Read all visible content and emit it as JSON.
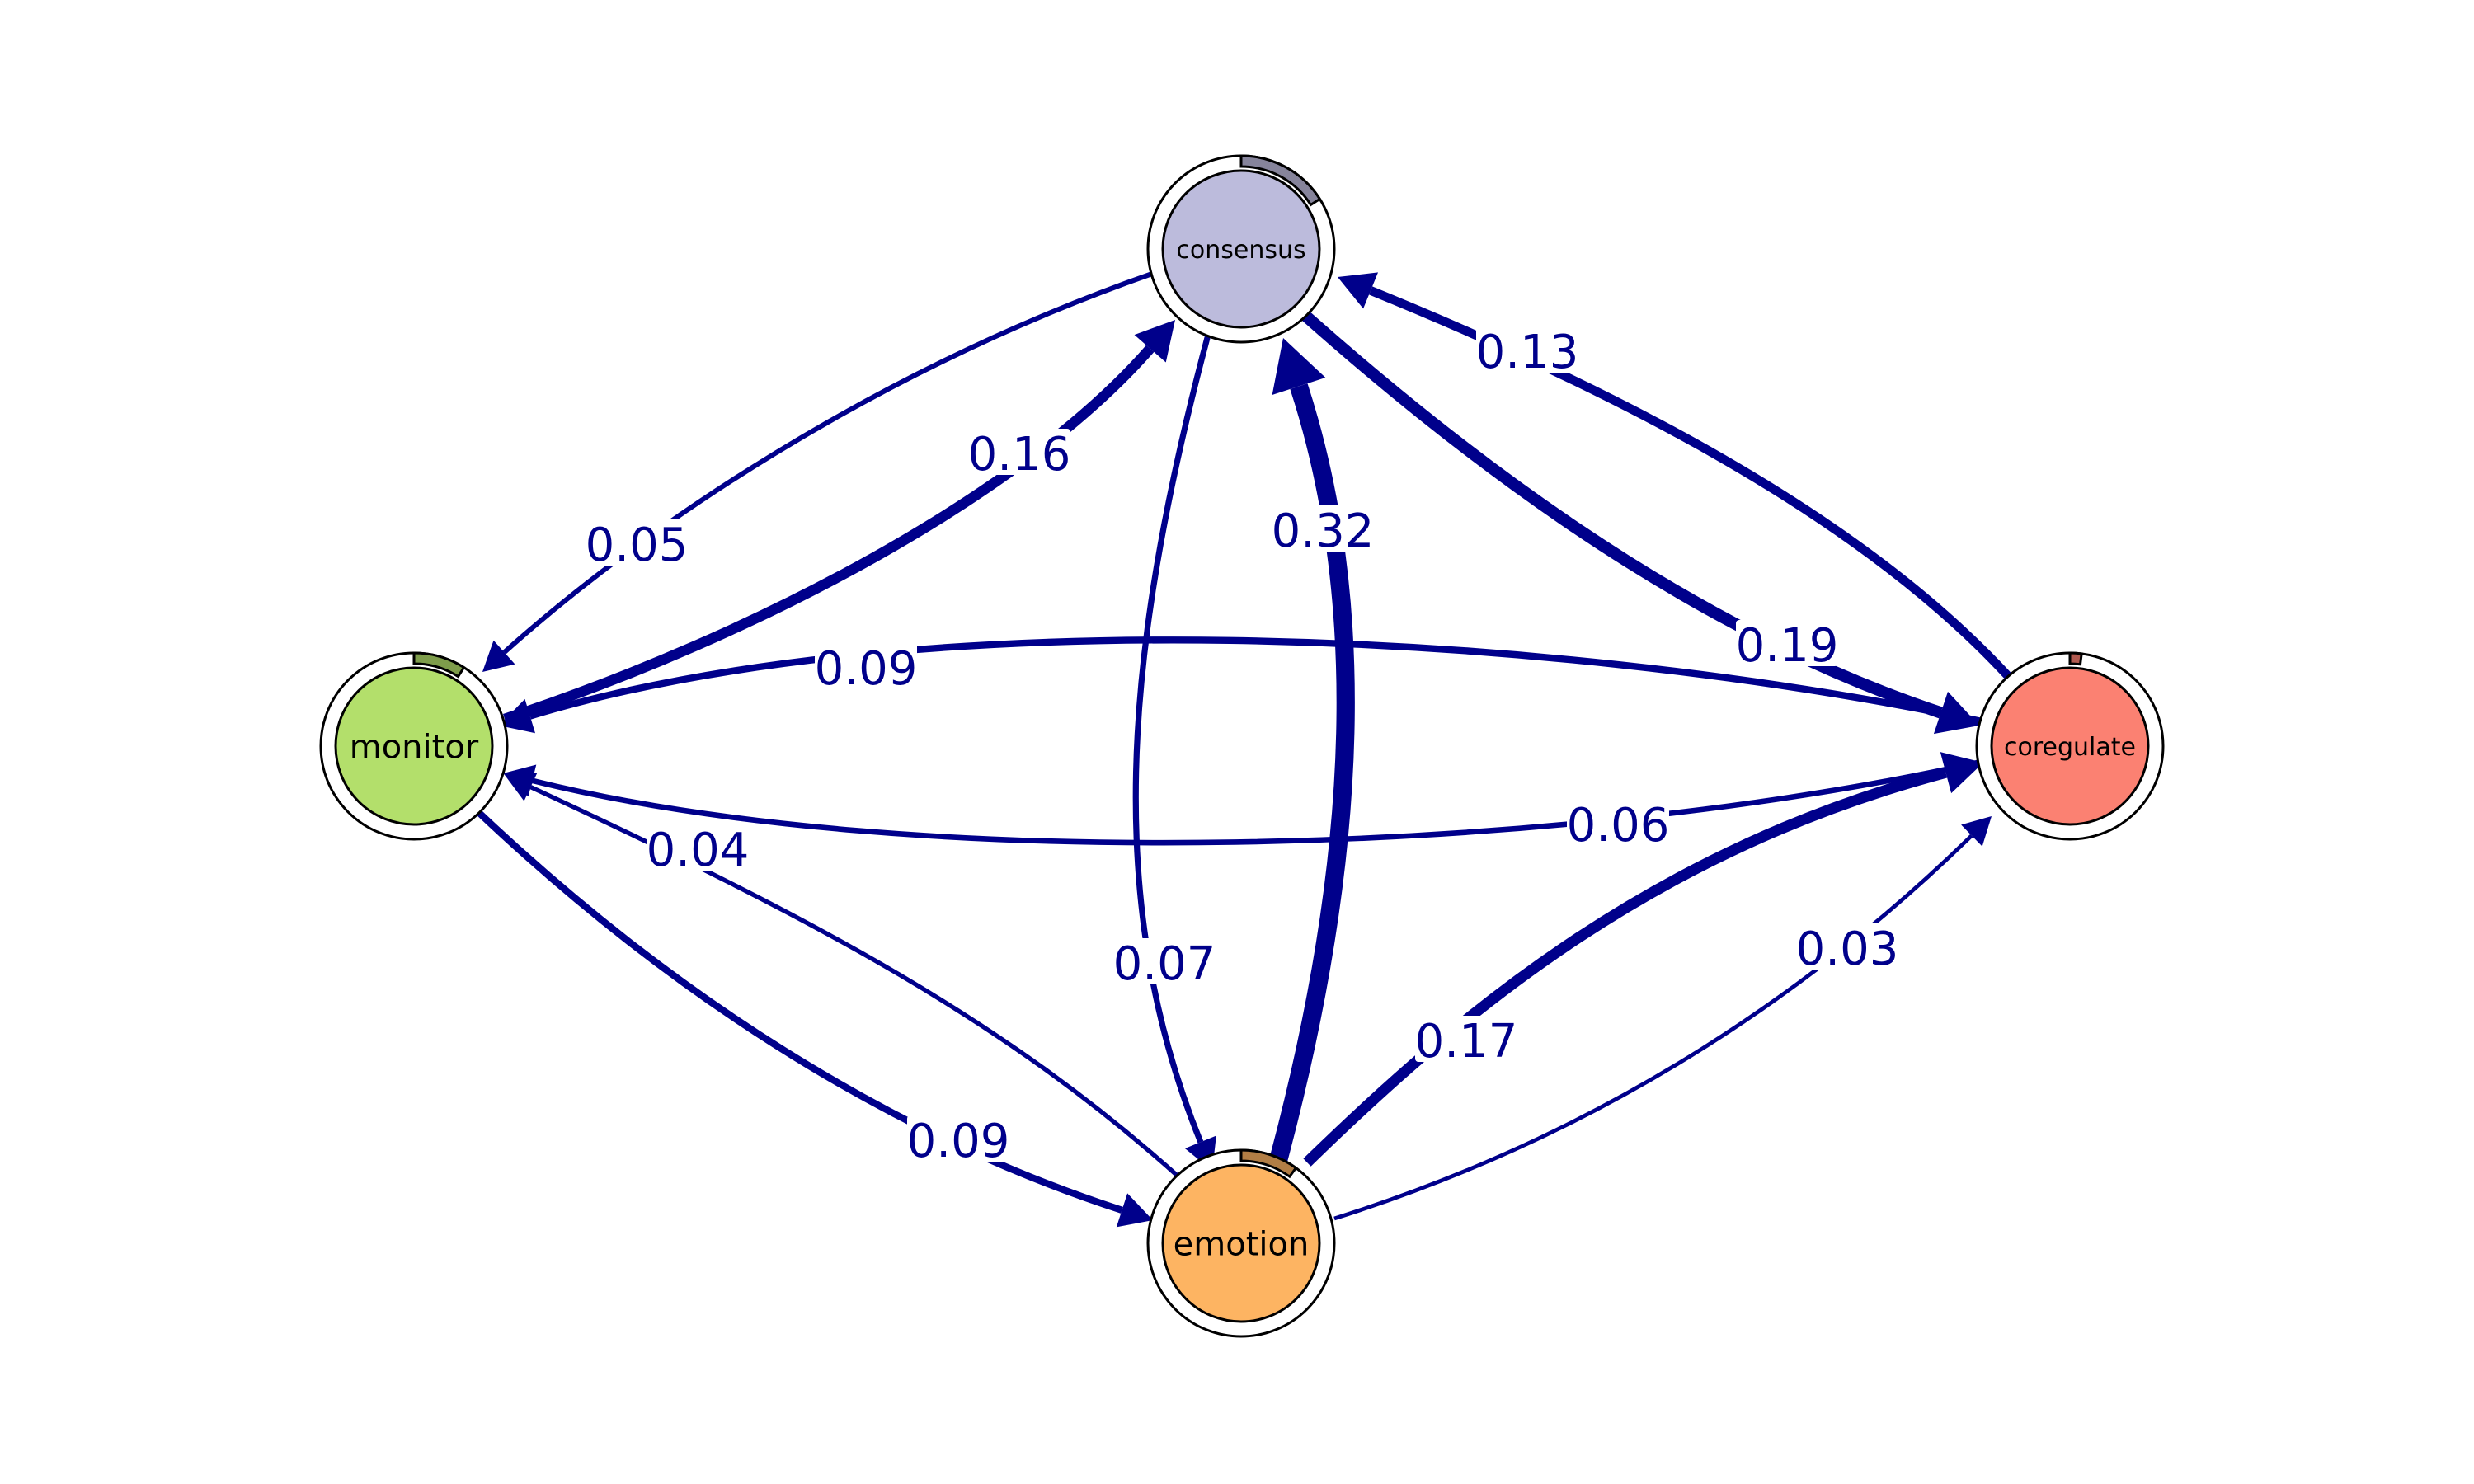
{
  "diagram": {
    "edge_color": "#00008b",
    "nodes": [
      {
        "id": "consensus",
        "label": "consensus",
        "fill": "#bcbbdc",
        "pie_color": "#86849b",
        "pie_fraction": 0.16
      },
      {
        "id": "monitor",
        "label": "monitor",
        "fill": "#b3df6b",
        "pie_color": "#7e9d4b",
        "pie_fraction": 0.09
      },
      {
        "id": "coregulate",
        "label": "coregulate",
        "fill": "#fb8172",
        "pie_color": "#b15a50",
        "pie_fraction": 0.02
      },
      {
        "id": "emotion",
        "label": "emotion",
        "fill": "#fdb462",
        "pie_color": "#b27e45",
        "pie_fraction": 0.1
      }
    ],
    "edges": [
      {
        "from": "consensus",
        "to": "monitor",
        "weight": 0.05,
        "label": "0.05"
      },
      {
        "from": "monitor",
        "to": "consensus",
        "weight": 0.16,
        "label": "0.16"
      },
      {
        "from": "emotion",
        "to": "consensus",
        "weight": 0.32,
        "label": "0.32"
      },
      {
        "from": "consensus",
        "to": "emotion",
        "weight": 0.07,
        "label": "0.07"
      },
      {
        "from": "coregulate",
        "to": "consensus",
        "weight": 0.13,
        "label": "0.13"
      },
      {
        "from": "consensus",
        "to": "coregulate",
        "weight": 0.19,
        "label": "0.19"
      },
      {
        "from": "coregulate",
        "to": "monitor",
        "weight": 0.09,
        "label": "0.09"
      },
      {
        "from": "coregulate",
        "to": "monitor",
        "weight": 0.06,
        "label": "0.06"
      },
      {
        "from": "emotion",
        "to": "monitor",
        "weight": 0.04,
        "label": "0.04"
      },
      {
        "from": "monitor",
        "to": "emotion",
        "weight": 0.09,
        "label": "0.09"
      },
      {
        "from": "emotion",
        "to": "coregulate",
        "weight": 0.17,
        "label": "0.17"
      },
      {
        "from": "emotion",
        "to": "coregulate",
        "weight": 0.03,
        "label": "0.03"
      }
    ]
  }
}
